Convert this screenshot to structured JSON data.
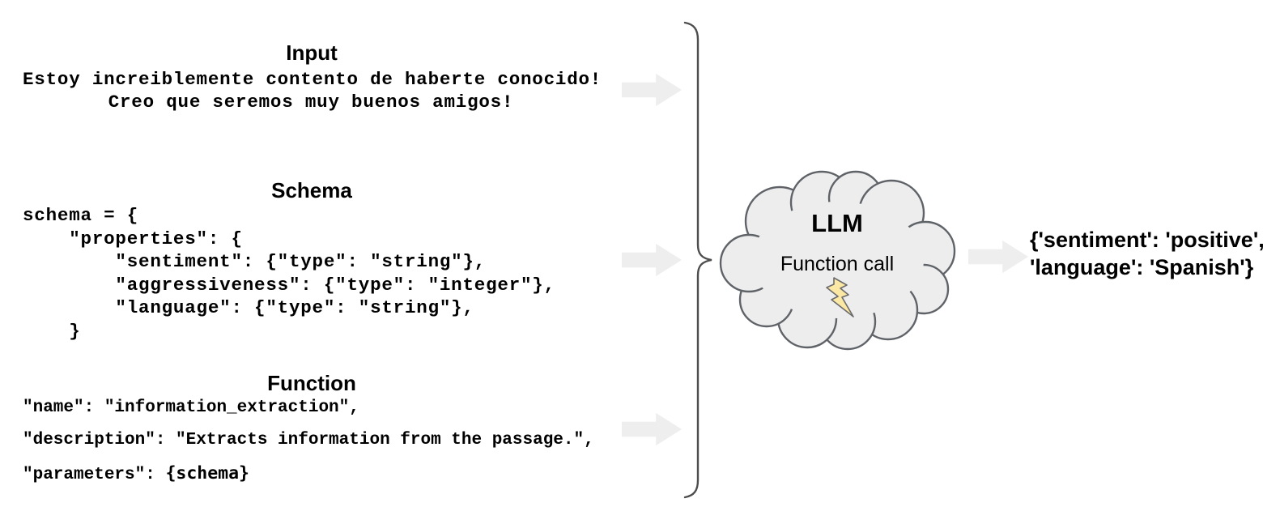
{
  "input": {
    "title": "Input",
    "text": "Estoy increiblemente contento de haberte conocido!\nCreo que seremos muy buenos amigos!"
  },
  "schema": {
    "title": "Schema",
    "code": "schema = {\n    \"properties\": {\n        \"sentiment\": {\"type\": \"string\"},\n        \"aggressiveness\": {\"type\": \"integer\"},\n        \"language\": {\"type\": \"string\"},\n    }"
  },
  "function": {
    "title": "Function",
    "name_line": "\"name\": \"information_extraction\",",
    "description_line": "\"description\": \"Extracts information from the passage.\",",
    "parameters_prefix": "\"parameters\": ",
    "parameters_ref": "{schema}"
  },
  "llm": {
    "title": "LLM",
    "subtitle": "Function call",
    "icon": "lightning-bolt-icon"
  },
  "output": {
    "text": "{'sentiment': 'positive',\n'language': 'Spanish'}"
  },
  "colors": {
    "arrow_fill": "#eeeeee",
    "cloud_fill": "#ededed",
    "cloud_stroke": "#5f6368",
    "bolt_fill": "#fae8a4",
    "bolt_stroke": "#6b6b6b",
    "brace_stroke": "#4d4d4d",
    "text": "#000000",
    "background": "#ffffff"
  }
}
